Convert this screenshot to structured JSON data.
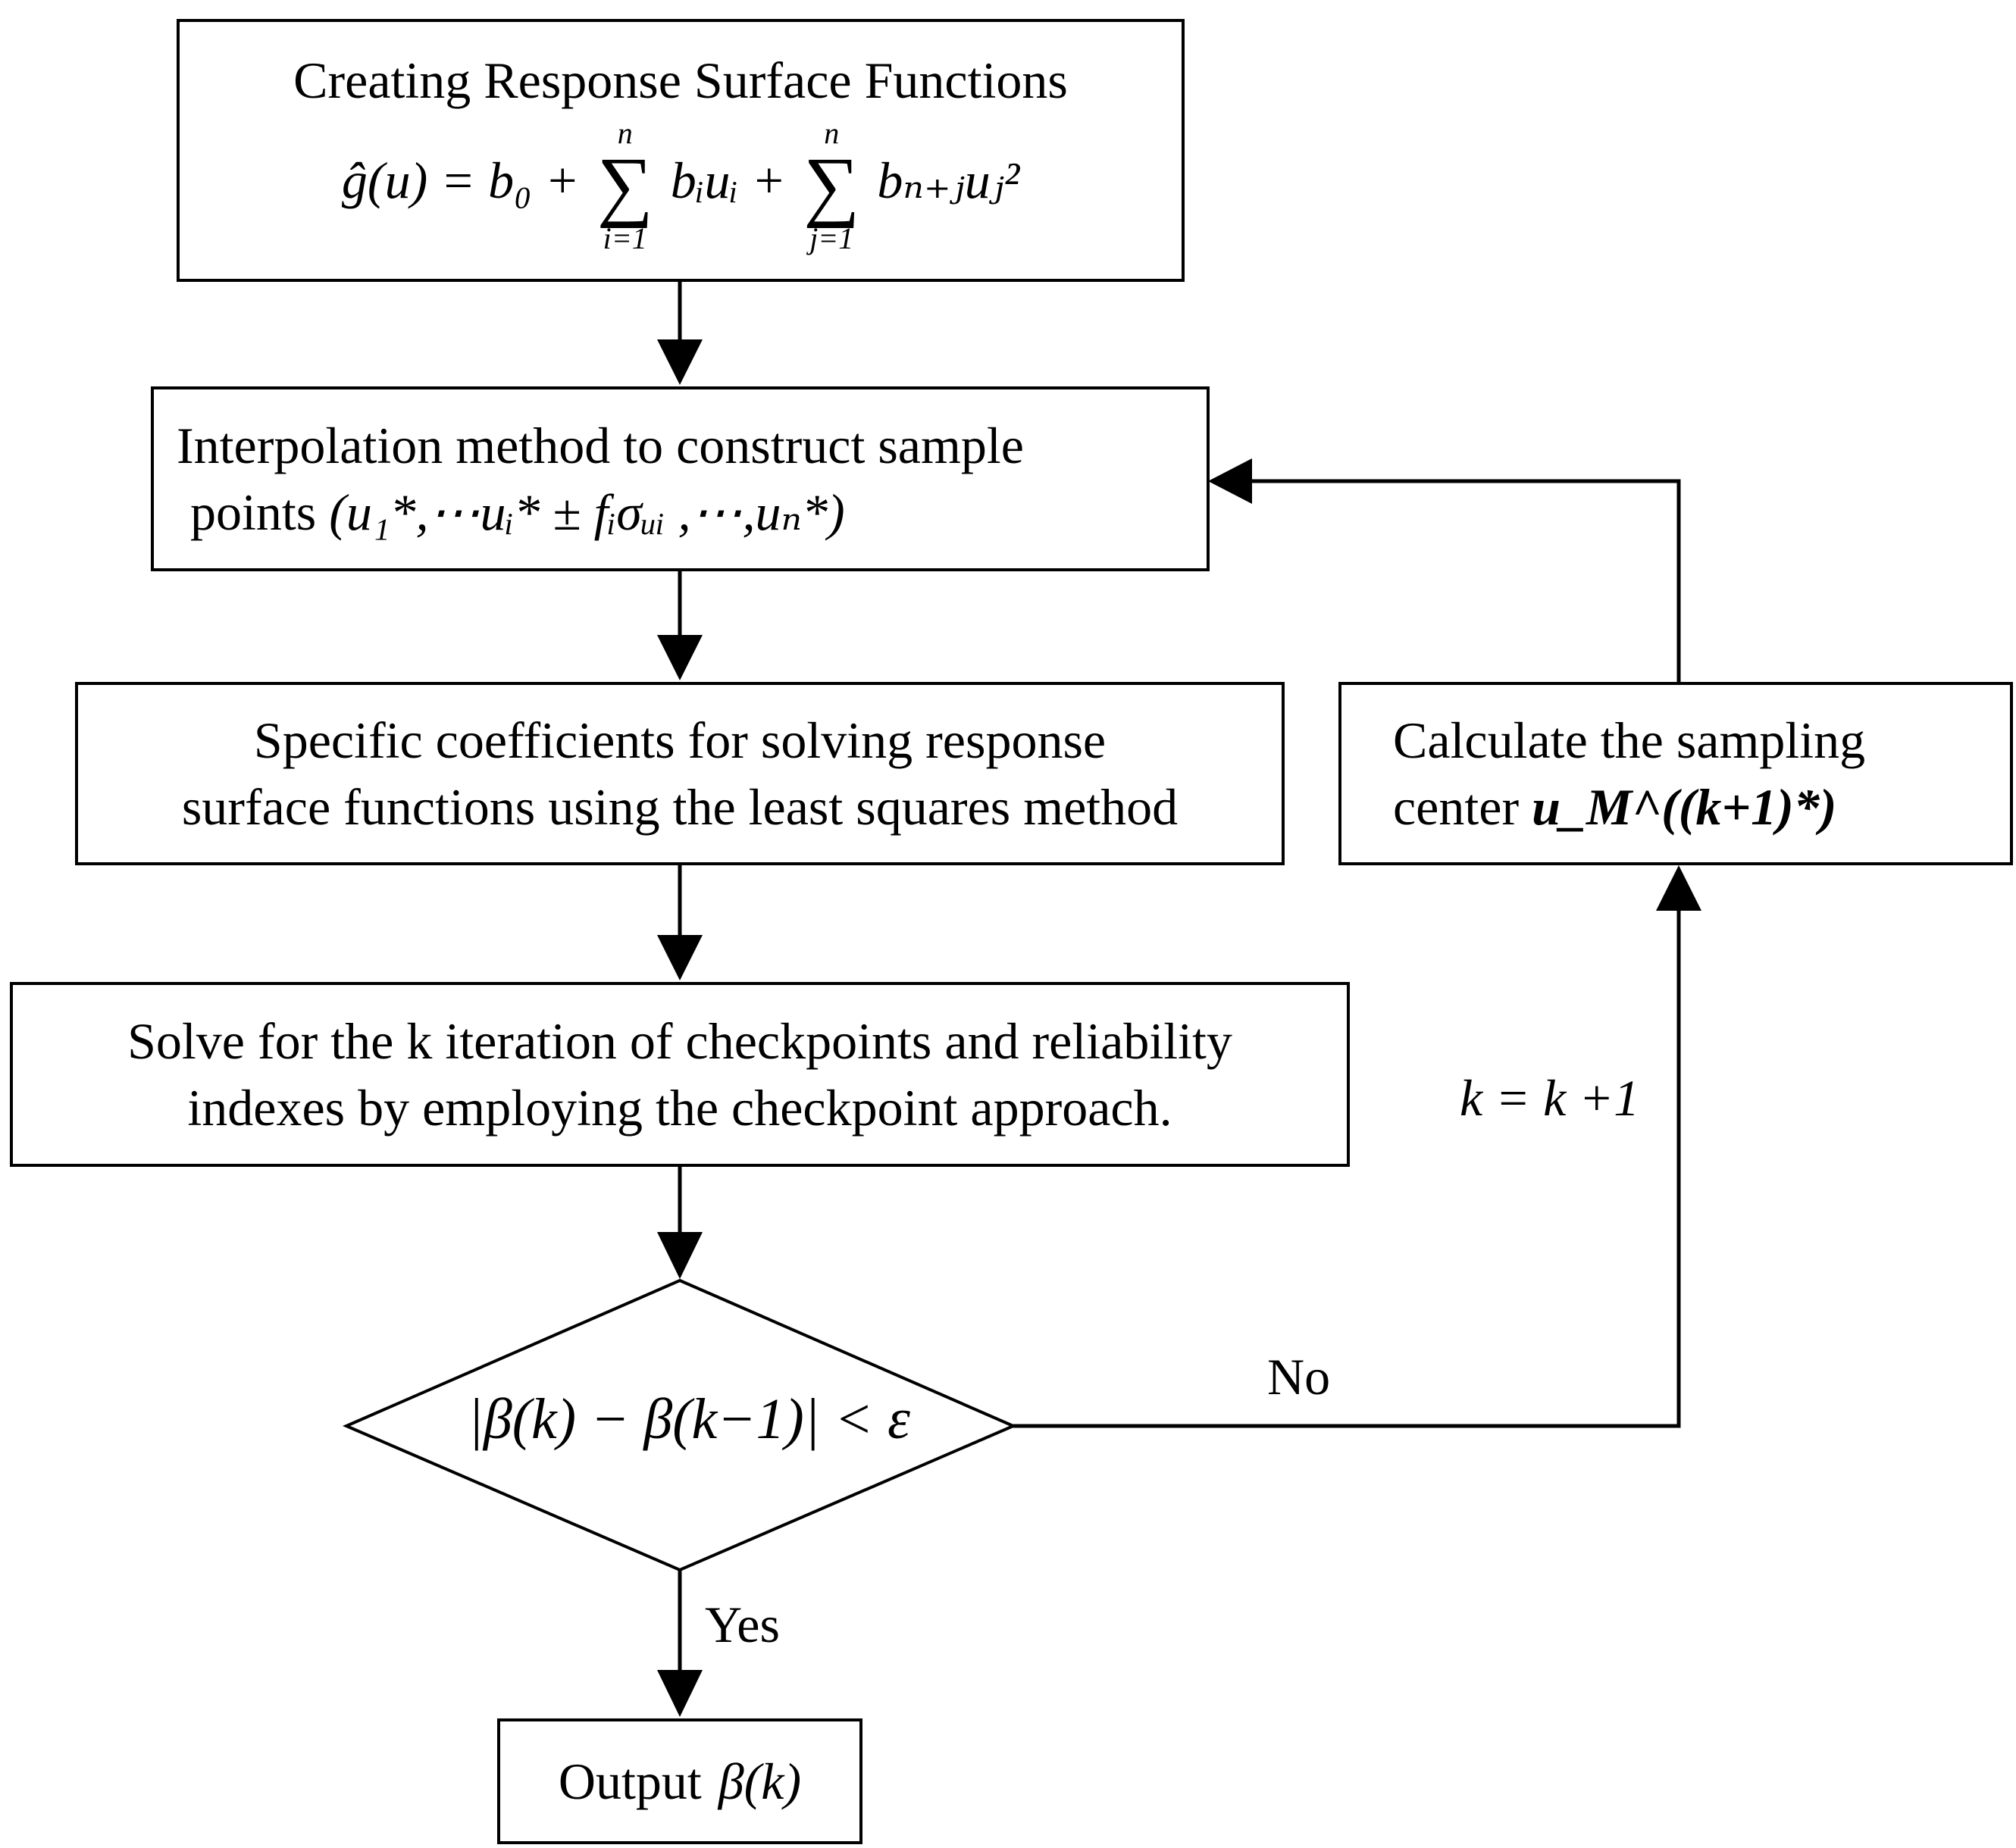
{
  "nodes": {
    "create_rsf": {
      "title": "Creating Response Surface Functions",
      "formula_lhs": "ĝ(u) = b₀ +",
      "sum1_upper": "n",
      "sum1_lower": "i=1",
      "sum1_term": "bᵢuᵢ +",
      "sum2_upper": "n",
      "sum2_lower": "j=1",
      "sum2_term": "bₙ₊ⱼuⱼ²"
    },
    "interpolation": {
      "line1": "Interpolation method to construct sample",
      "line2_text": "points",
      "line2_formula": "(u₁*,⋯uᵢ* ± fᵢσᵤᵢ ,⋯,uₙ*)"
    },
    "least_squares": {
      "line1": "Specific coefficients for solving response",
      "line2": "surface functions using the least squares method"
    },
    "solve_checkpoints": {
      "line1": "Solve for the k iteration of checkpoints and reliability",
      "line2": "indexes by employing the checkpoint approach."
    },
    "decision": {
      "condition": "|β(k) − β(k−1)| < ε"
    },
    "output": {
      "text": "Output",
      "formula": "β(k)"
    },
    "sampling_center": {
      "line1": "Calculate the sampling",
      "line2_text": "center",
      "line2_formula": "u_M^((k+1)*)"
    }
  },
  "edge_labels": {
    "yes": "Yes",
    "no": "No",
    "increment": "k = k +1"
  }
}
